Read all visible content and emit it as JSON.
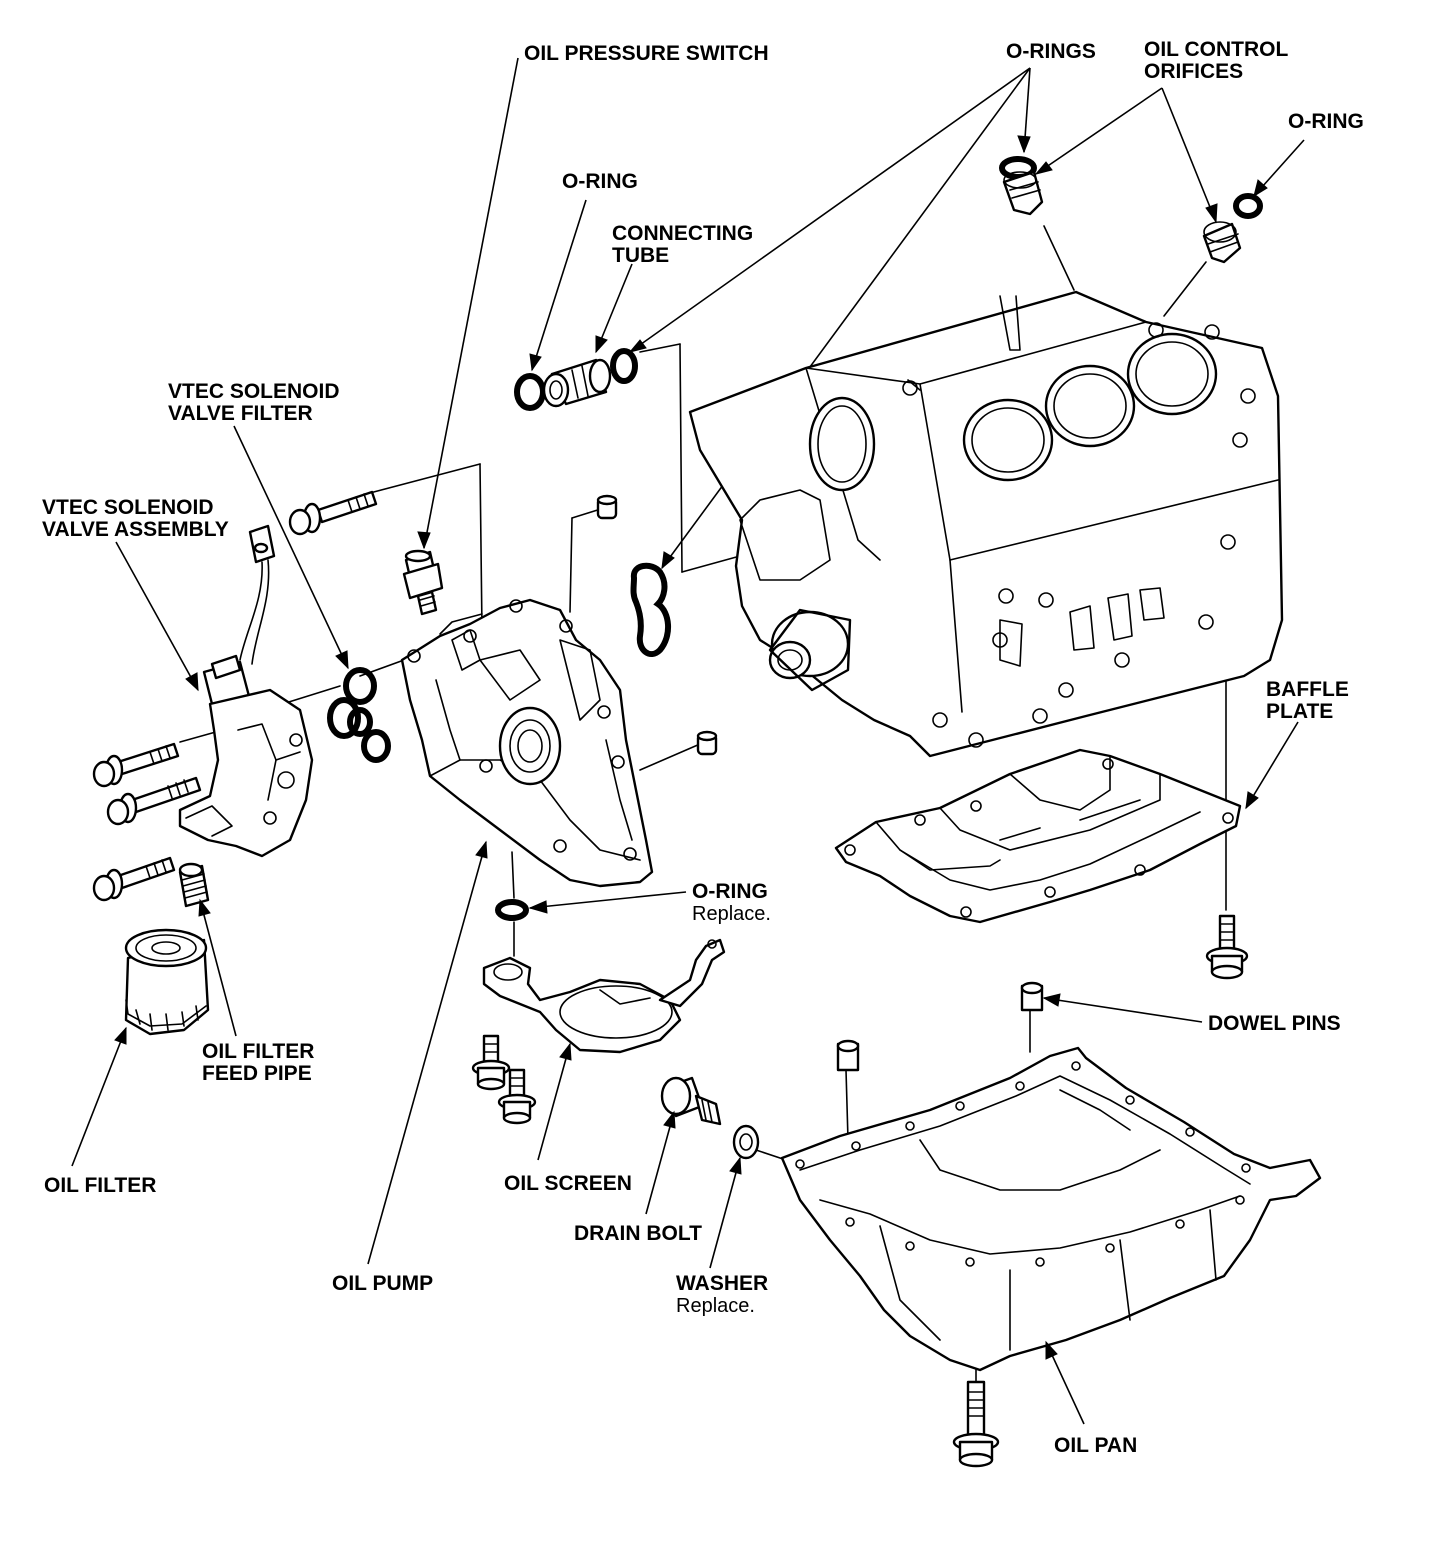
{
  "labels": {
    "oil_pressure_switch": "OIL PRESSURE SWITCH",
    "o_rings_top": "O-RINGS",
    "oil_control_orifices_1": "OIL CONTROL",
    "oil_control_orifices_2": "ORIFICES",
    "o_ring_top_right": "O-RING",
    "o_ring_left": "O-RING",
    "connecting_tube_1": "CONNECTING",
    "connecting_tube_2": "TUBE",
    "vtec_filter_1": "VTEC SOLENOID",
    "vtec_filter_2": "VALVE FILTER",
    "vtec_assembly_1": "VTEC SOLENOID",
    "vtec_assembly_2": "VALVE ASSEMBLY",
    "baffle_plate_1": "BAFFLE",
    "baffle_plate_2": "PLATE",
    "o_ring_pump": "O-RING",
    "o_ring_pump_note": "Replace.",
    "dowel_pins": "DOWEL PINS",
    "oil_filter_feed_pipe_1": "OIL FILTER",
    "oil_filter_feed_pipe_2": "FEED PIPE",
    "oil_filter": "OIL FILTER",
    "oil_screen": "OIL SCREEN",
    "drain_bolt": "DRAIN BOLT",
    "oil_pump": "OIL PUMP",
    "washer": "WASHER",
    "washer_note": "Replace.",
    "oil_pan": "OIL PAN"
  }
}
